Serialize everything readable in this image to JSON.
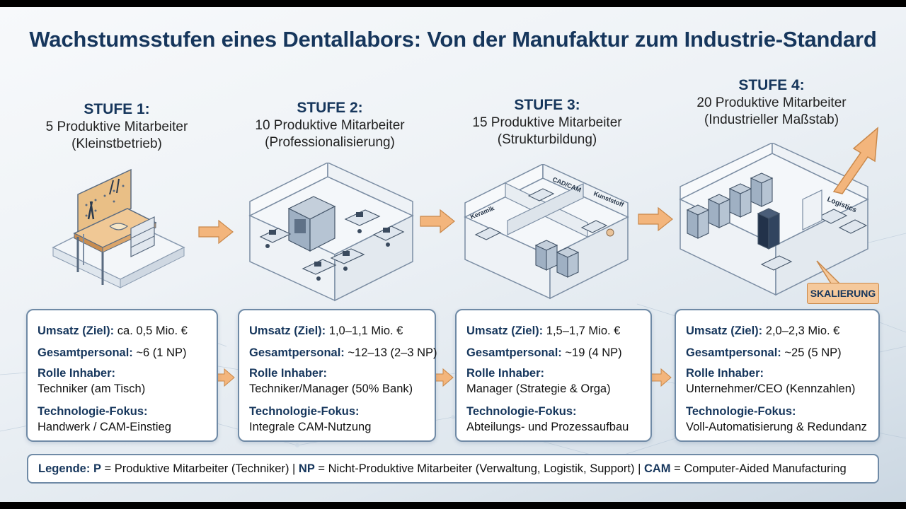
{
  "title": "Wachstumsstufen eines Dentallabors: Von der Manufaktur zum Industrie-Standard",
  "stages": [
    {
      "heading": "STUFE 1:",
      "staff": "5 Produktive Mitarbeiter",
      "note": "(Kleinstbetrieb)",
      "revenue_label": "Umsatz (Ziel):",
      "revenue": "ca. 0,5 Mio. €",
      "personnel_label": "Gesamtpersonal:",
      "personnel": "~6 (1 NP)",
      "owner_label": "Rolle Inhaber:",
      "owner": "Techniker (am Tisch)",
      "tech_label": "Technologie-Fokus:",
      "tech": "Handwerk / CAM-Einstieg"
    },
    {
      "heading": "STUFE 2:",
      "staff": "10 Produktive Mitarbeiter",
      "note": "(Professionalisierung)",
      "revenue_label": "Umsatz (Ziel):",
      "revenue": "1,0–1,1 Mio. €",
      "personnel_label": "Gesamtpersonal:",
      "personnel": "~12–13 (2–3 NP)",
      "owner_label": "Rolle Inhaber:",
      "owner": "Techniker/Manager (50% Bank)",
      "tech_label": "Technologie-Fokus:",
      "tech": "Integrale CAM-Nutzung"
    },
    {
      "heading": "STUFE 3:",
      "staff": "15 Produktive Mitarbeiter",
      "note": "(Strukturbildung)",
      "revenue_label": "Umsatz (Ziel):",
      "revenue": "1,5–1,7 Mio. €",
      "personnel_label": "Gesamtpersonal:",
      "personnel": "~19 (4 NP)",
      "owner_label": "Rolle Inhaber:",
      "owner": "Manager (Strategie & Orga)",
      "tech_label": "Technologie-Fokus:",
      "tech": "Abteilungs- und Prozessaufbau"
    },
    {
      "heading": "STUFE 4:",
      "staff": "20 Produktive Mitarbeiter",
      "note": "(Industrieller Maßstab)",
      "revenue_label": "Umsatz (Ziel):",
      "revenue": "2,0–2,3 Mio. €",
      "personnel_label": "Gesamtpersonal:",
      "personnel": "~25 (5 NP)",
      "owner_label": "Rolle Inhaber:",
      "owner": "Unternehmer/CEO (Kennzahlen)",
      "tech_label": "Technologie-Fokus:",
      "tech": "Voll-Automatisierung & Redundanz"
    }
  ],
  "room_labels": {
    "keramik": "Keramik",
    "cadcam": "CAD/CAM",
    "kunststoff": "Kunststoff",
    "logistics": "Logistics"
  },
  "badge": "SKALIERUNG",
  "legend": {
    "prefix": "Legende:",
    "p_key": "P",
    "p_text": "= Produktive Mitarbeiter (Techniker) |",
    "np_key": "NP",
    "np_text": "= Nicht-Produktive Mitarbeiter (Verwaltung, Logistik, Support) |",
    "cam_key": "CAM",
    "cam_text": "= Computer-Aided Manufacturing"
  },
  "colors": {
    "title": "#16365c",
    "arrow": "#f3b57c",
    "card_border": "#6f8aa6"
  }
}
